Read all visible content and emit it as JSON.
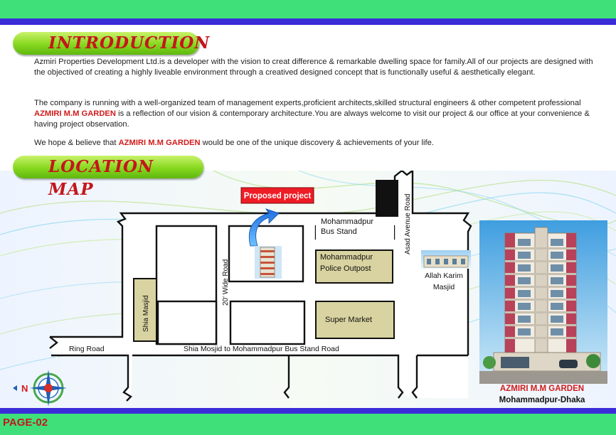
{
  "intro": {
    "heading": "INTRODUCTION",
    "p1": "Azmiri Properties Development Ltd.is a developer with the vision to creat difference & remarkable dwelling space for family.All of  our projects are designed with the objectived of creating a highly liveable environment through a creatived designed concept that is functionally useful & aesthetically elegant.",
    "p2_a": "The company is running with a well-organized team of management experts,proficient architects,skilled structural engineers & other competent professional ",
    "p2_project": "AZMIRI M.M GARDEN",
    "p2_b": "  is a reflection of  our vision & contemporary architecture.You are always welcome to visit our project & our office at your convenience & having project observation.",
    "p3_a": "We hope & believe that  ",
    "p3_project": "AZMIRI M.M GARDEN",
    "p3_b": " would be one of the unique discovery & achievements of your life."
  },
  "location": {
    "heading": "LOCATION MAP",
    "labels": {
      "proposed": "Proposed project",
      "bus_stand_1": "Mohammadpur",
      "bus_stand_2": "Bus Stand",
      "police_1": "Mohammadpur",
      "police_2": "Police Outpost",
      "super_market": "Super Market",
      "shia_masjid": "Shia Masjid",
      "wide_road": "20' Wide Road",
      "asad_avenue": "Asad Avenue Road",
      "allah_karim_1": "Allah Karim",
      "allah_karim_2": "Masjid",
      "ring_road": "Ring Road",
      "bus_stand_road": "Shia Mosjid to Mohammadpur Bus Stand Road",
      "compass_n": "N"
    }
  },
  "building": {
    "name": "AZMIRI M.M GARDEN",
    "area": "Mohammadpur-Dhaka"
  },
  "footer": {
    "page": "PAGE-02"
  }
}
